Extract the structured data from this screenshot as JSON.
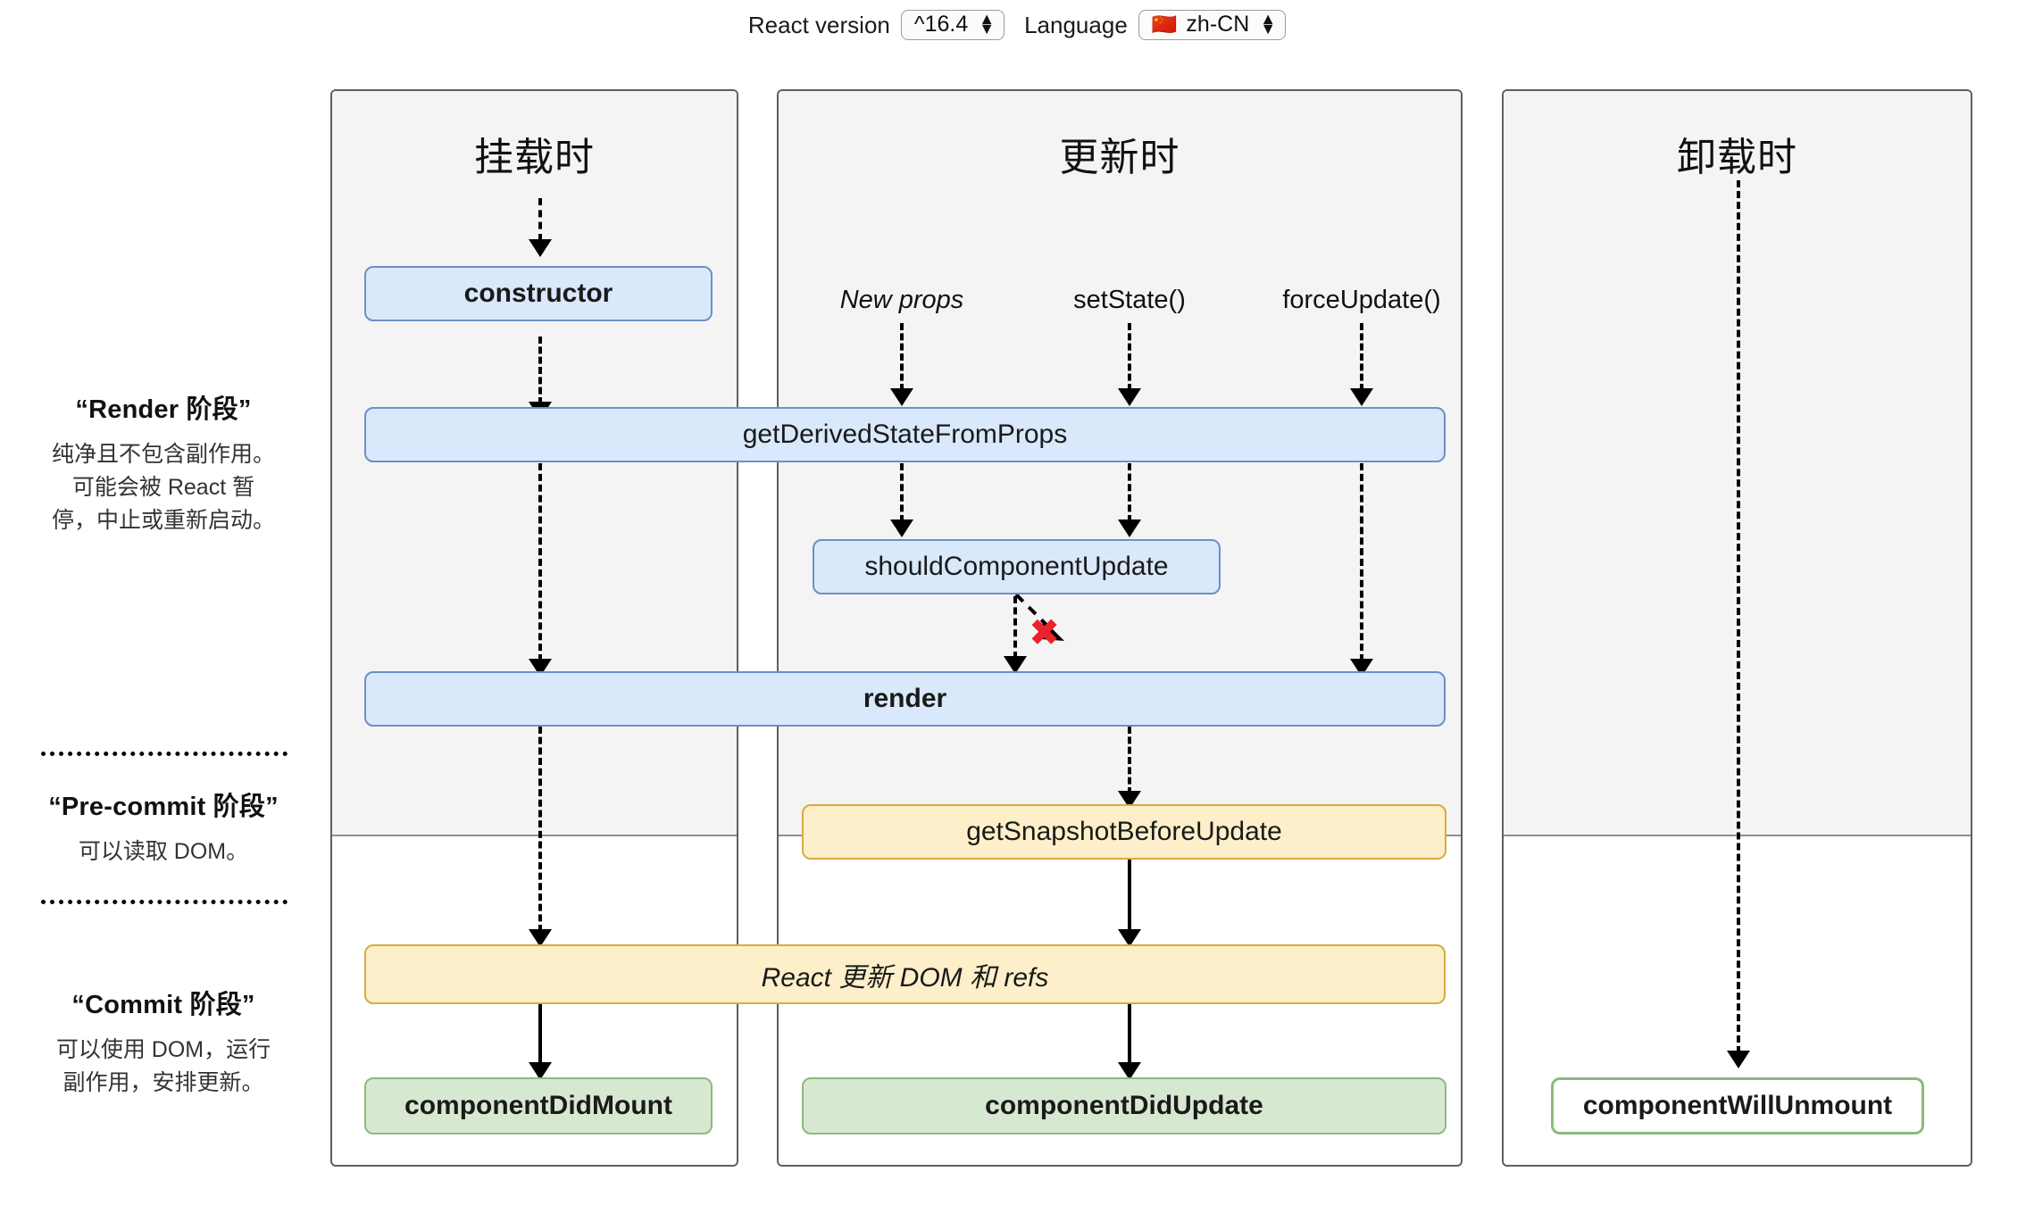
{
  "controls": {
    "react_version_label": "React version",
    "react_version_value": "^16.4",
    "language_label": "Language",
    "language_flag": "🇨🇳",
    "language_value": "zh-CN",
    "spinner_up": "▲",
    "spinner_down": "▼"
  },
  "legend": [
    {
      "title": "“Render 阶段”",
      "line1": "纯净且不包含副作用。",
      "line2": "可能会被 React 暂",
      "line3": "停，中止或重新启动。"
    },
    {
      "title": "“Pre-commit 阶段”",
      "line1": "可以读取 DOM。"
    },
    {
      "title": "“Commit 阶段”",
      "line1": "可以使用 DOM，运行",
      "line2": "副作用，安排更新。"
    }
  ],
  "panels": {
    "mount": {
      "heading": "挂载时"
    },
    "update": {
      "heading": "更新时"
    },
    "unmount": {
      "heading": "卸载时"
    }
  },
  "triggers": {
    "new_props": "New props",
    "set_state": "setState()",
    "force_update": "forceUpdate()"
  },
  "nodes": {
    "constructor": "constructor",
    "get_derived_state_from_props": "getDerivedStateFromProps",
    "should_component_update": "shouldComponentUpdate",
    "render": "render",
    "get_snapshot_before_update": "getSnapshotBeforeUpdate",
    "react_updates_dom": "React 更新 DOM 和 refs",
    "component_did_mount": "componentDidMount",
    "component_did_update": "componentDidUpdate",
    "component_will_unmount": "componentWillUnmount"
  },
  "annotations": {
    "skip_update_x": "✖"
  },
  "colors": {
    "blue_fill": "#d9e8fb",
    "blue_border": "#6e8fc4",
    "yellow_fill": "#fdefc9",
    "yellow_border": "#d7ab42",
    "green_fill": "#d7e8d1",
    "green_border": "#8cba7c",
    "panel_top_fill": "#f4f4f4",
    "panel_border": "#5f5f5f",
    "x_mark": "#e8242a"
  }
}
